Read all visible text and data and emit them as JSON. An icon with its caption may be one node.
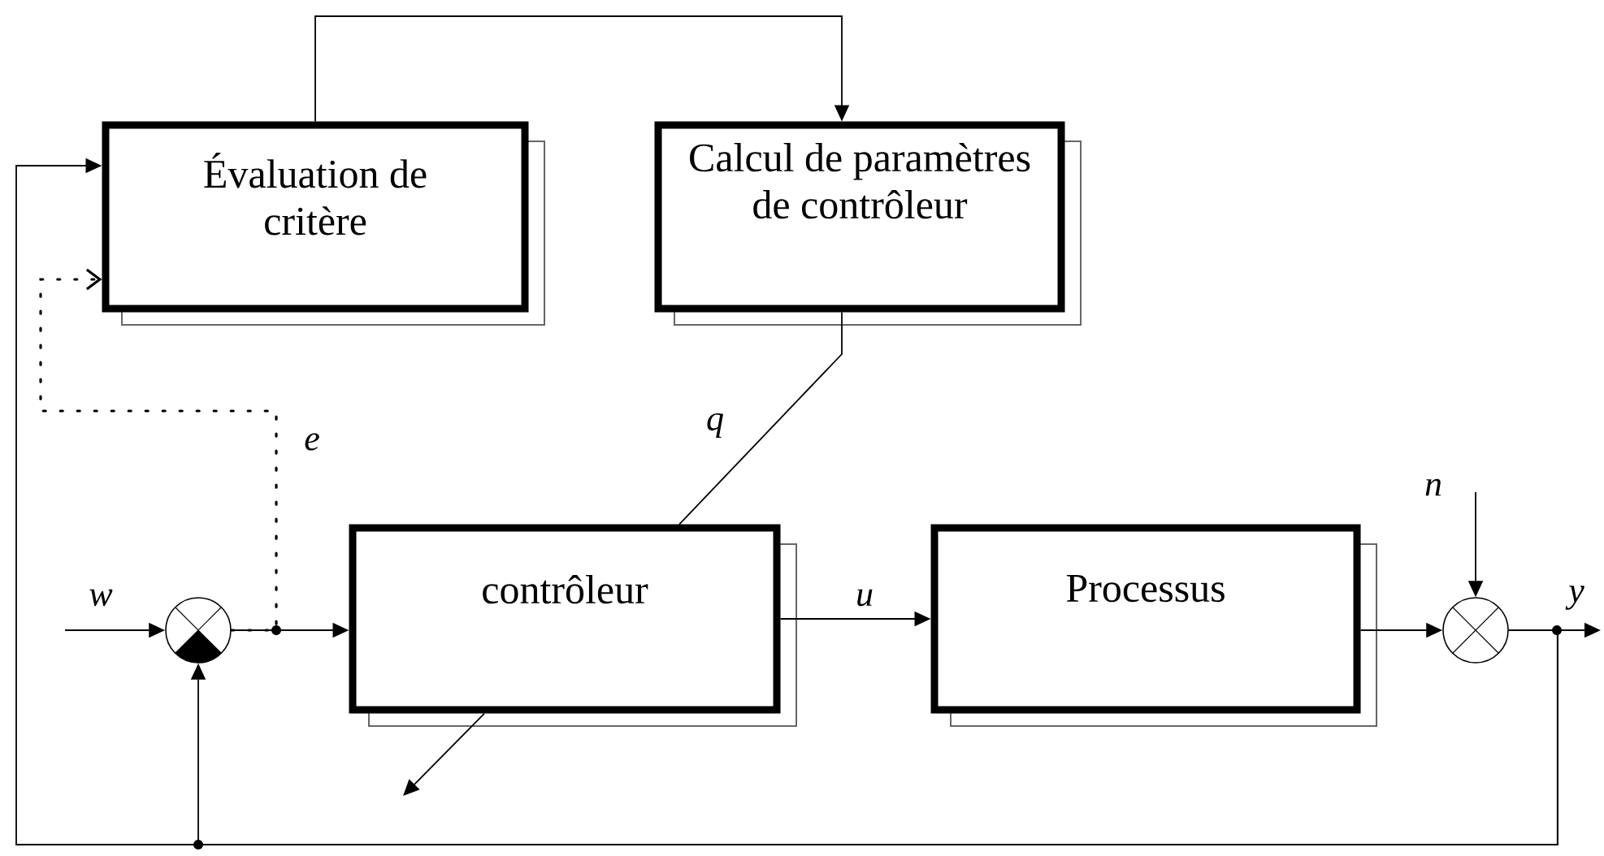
{
  "diagram": {
    "nodes": [
      {
        "text": [
          "Évaluation de critère"
        ]
      },
      {
        "text": [
          "Calcul de paramètres de contrôleur"
        ]
      },
      {
        "text": [
          "contrôleur"
        ]
      },
      {
        "text": [
          "Processus"
        ]
      },
      {
        "text": [],
        "shape": "circle"
      },
      {
        "text": [],
        "shape": "circle"
      }
    ],
    "edges": [
      {
        "from": null,
        "to": 4,
        "arrow": "to",
        "label": "w"
      },
      {
        "from": 4,
        "to": 2,
        "arrow": "to"
      },
      {
        "from": 4,
        "to": 0,
        "arrow": "to",
        "label": "e",
        "style": "dashed"
      },
      {
        "from": 0,
        "to": 1,
        "arrow": "to"
      },
      {
        "from": 1,
        "to": 2,
        "arrow": "none",
        "label": "q"
      },
      {
        "from": 2,
        "to": null,
        "arrow": "to"
      },
      {
        "from": 2,
        "to": 3,
        "arrow": "to",
        "label": "u"
      },
      {
        "from": 3,
        "to": 5,
        "arrow": "to"
      },
      {
        "from": null,
        "to": 5,
        "arrow": "to",
        "label": "n"
      },
      {
        "from": 5,
        "to": null,
        "arrow": "to",
        "label": "y"
      },
      {
        "from": 5,
        "to": 4,
        "arrow": "to"
      },
      {
        "from": 5,
        "to": 0,
        "arrow": "to"
      }
    ]
  }
}
